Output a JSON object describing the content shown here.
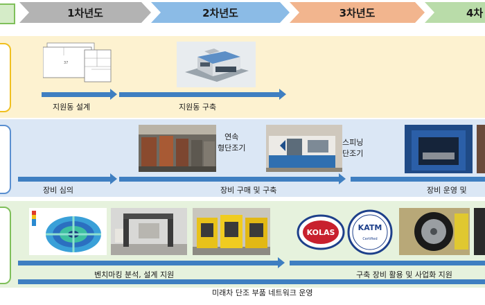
{
  "header": {
    "phases": [
      {
        "label": "1차년도",
        "color": "#b3b3b3"
      },
      {
        "label": "2차년도",
        "color": "#8bbbe6"
      },
      {
        "label": "3차년도",
        "color": "#f2b58e"
      },
      {
        "label": "4차",
        "color": "#b9dca9"
      }
    ]
  },
  "row1": {
    "labels": {
      "design": "지원동 설계",
      "build": "지원동 구축"
    },
    "plan_text": "37"
  },
  "row2": {
    "labels": {
      "review": "장비 심의",
      "purchase": "장비 구매 및 구축",
      "operate": "장비 운영 및"
    },
    "captions": {
      "forging": "연속\n형단조기",
      "spinning": "스피닝\n단조기"
    }
  },
  "row3": {
    "labels": {
      "benchmark": "벤치마킹 분석, 설계 지원",
      "utilize": "구축 장비 활용 및 사업화 지원"
    },
    "logos": {
      "kolas": "KOLAS",
      "katm": "KATM",
      "katm_sub": "Certified"
    }
  },
  "footer": {
    "network": "미래차 단조 부품 네트워크 운영"
  },
  "colors": {
    "arrow": "#3f7fc1",
    "row1_bg": "#fdf2d0",
    "row2_bg": "#dbe7f5",
    "row3_bg": "#e6f2dd"
  }
}
